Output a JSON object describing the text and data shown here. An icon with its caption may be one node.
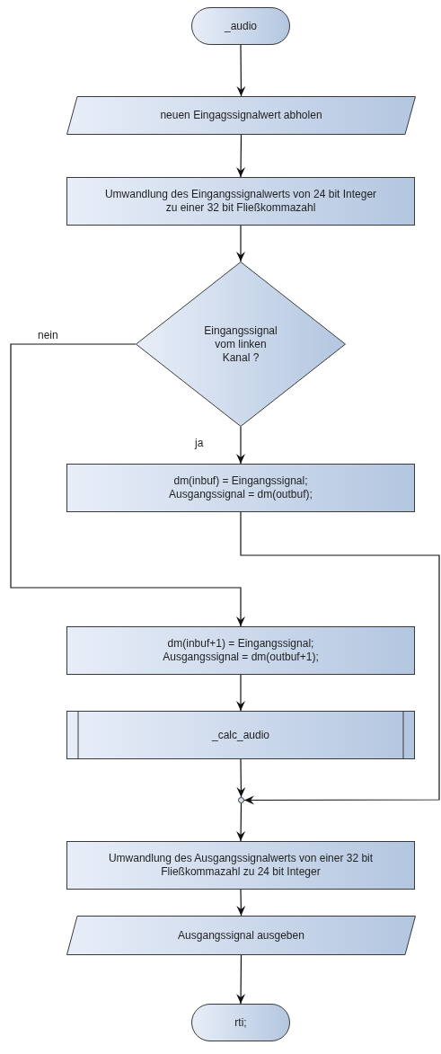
{
  "diagram": {
    "nodes": [
      {
        "text": [
          "_audio"
        ]
      },
      {
        "text": [
          "neuen Eingagssignalwert abholen"
        ]
      },
      {
        "text": [
          "Umwandlung des Eingangssignalwerts von 24 bit Integer zu einer 32 bit Fließkommazahl"
        ]
      },
      {
        "text": [
          "Eingangssignal vom linken Kanal ?"
        ]
      },
      {
        "text": [
          "dm(inbuf) = Eingangssignal; Ausgangssignal = dm(outbuf);"
        ]
      },
      {
        "text": [
          "dm(inbuf+1) = Eingangssignal; Ausgangssignal = dm(outbuf+1);"
        ]
      },
      {
        "text": [
          "_calc_audio"
        ]
      },
      {
        "text": [],
        "shape": "circle"
      },
      {
        "text": [
          "Umwandlung des Ausgangssignalwerts von einer 32 bit Fließkommazahl zu 24 bit Integer"
        ]
      },
      {
        "text": [
          "Ausgangssignal ausgeben"
        ]
      },
      {
        "text": [
          "rti;"
        ]
      }
    ],
    "edges": [
      {
        "from": 0,
        "to": 1,
        "arrow": "to"
      },
      {
        "from": 1,
        "to": 2,
        "arrow": "to"
      },
      {
        "from": 2,
        "to": 3,
        "arrow": "to"
      },
      {
        "from": 3,
        "to": 4,
        "arrow": "to",
        "label": "ja"
      },
      {
        "from": 3,
        "to": 5,
        "arrow": "to",
        "label": "nein"
      },
      {
        "from": 4,
        "to": 7,
        "arrow": "to"
      },
      {
        "from": 5,
        "to": 6,
        "arrow": "to"
      },
      {
        "from": 6,
        "to": 7,
        "arrow": "to"
      },
      {
        "from": 7,
        "to": 8,
        "arrow": "to"
      },
      {
        "from": 8,
        "to": 9,
        "arrow": "to"
      },
      {
        "from": 9,
        "to": 10,
        "arrow": "to"
      }
    ]
  }
}
